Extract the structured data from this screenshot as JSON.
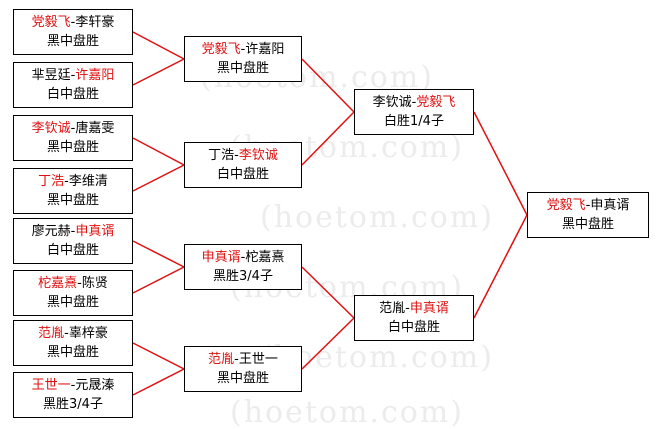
{
  "watermark": {
    "text": "(hoetom.com)"
  },
  "matches": {
    "r1_1": {
      "p1": "党毅飞",
      "p2": "李轩豪",
      "winner": "p1",
      "result": "黑中盘胜"
    },
    "r1_2": {
      "p1": "芈昱廷",
      "p2": "许嘉阳",
      "winner": "p2",
      "result": "白中盘胜"
    },
    "r1_3": {
      "p1": "李钦诚",
      "p2": "唐嘉雯",
      "winner": "p1",
      "result": "黑中盘胜"
    },
    "r1_4": {
      "p1": "丁浩",
      "p2": "李维清",
      "winner": "p1",
      "result": "黑中盘胜"
    },
    "r1_5": {
      "p1": "廖元赫",
      "p2": "申真谞",
      "winner": "p2",
      "result": "白中盘胜"
    },
    "r1_6": {
      "p1": "柁嘉熹",
      "p2": "陈贤",
      "winner": "p1",
      "result": "黑中盘胜"
    },
    "r1_7": {
      "p1": "范胤",
      "p2": "辜梓豪",
      "winner": "p1",
      "result": "黑中盘胜"
    },
    "r1_8": {
      "p1": "王世一",
      "p2": "元晟溱",
      "winner": "p1",
      "result": "黑胜3/4子"
    },
    "r2_1": {
      "p1": "党毅飞",
      "p2": "许嘉阳",
      "winner": "p1",
      "result": "黑中盘胜"
    },
    "r2_2": {
      "p1": "丁浩",
      "p2": "李钦诚",
      "winner": "p2",
      "result": "白中盘胜"
    },
    "r2_3": {
      "p1": "申真谞",
      "p2": "柁嘉熹",
      "winner": "p1",
      "result": "黑胜3/4子"
    },
    "r2_4": {
      "p1": "范胤",
      "p2": "王世一",
      "winner": "p1",
      "result": "黑中盘胜"
    },
    "r3_1": {
      "p1": "李钦诚",
      "p2": "党毅飞",
      "winner": "p2",
      "result": "白胜1/4子"
    },
    "r3_2": {
      "p1": "范胤",
      "p2": "申真谞",
      "winner": "p2",
      "result": "白中盘胜"
    },
    "r4_1": {
      "p1": "党毅飞",
      "p2": "申真谞",
      "winner": "p1",
      "result": "黑中盘胜"
    }
  },
  "separator": "-",
  "colors": {
    "winner": "#e01010",
    "connector": "#e01010",
    "text": "#000000",
    "border": "#000000"
  }
}
